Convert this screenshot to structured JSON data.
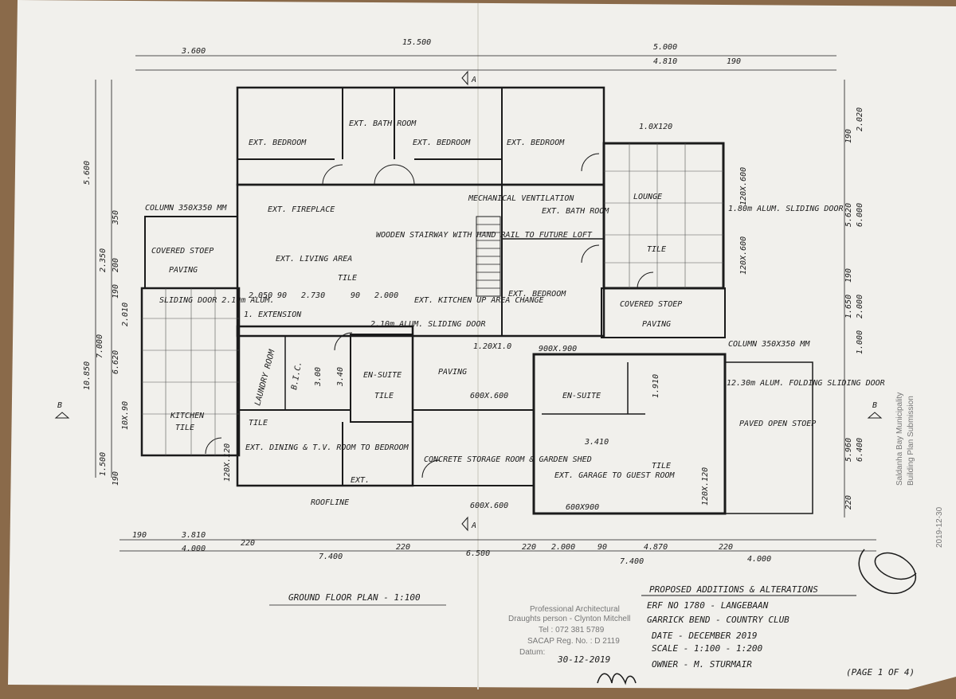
{
  "plan": {
    "title": "GROUND FLOOR PLAN - 1:100",
    "overall_dims": {
      "top": [
        "3.600",
        "15.500",
        "5.000",
        "4.810",
        "190"
      ],
      "bottom": [
        "190",
        "3.810",
        "4.000",
        "220",
        "7.400",
        "220",
        "6.500",
        "220",
        "2.000",
        "90",
        "4.870",
        "220",
        "4.000",
        "7.400"
      ],
      "left": [
        "5.600",
        "350",
        "2.350",
        "200",
        "190",
        "10.850",
        "7.000",
        "6.620",
        "2.010",
        "10X.90",
        "1.500",
        "190"
      ],
      "right": [
        "2.020",
        "190",
        "5.620",
        "6.000",
        "190",
        "1.650",
        "2.000",
        "1.000",
        "5.960",
        "6.400",
        "220",
        "120X.600",
        "120X.600"
      ],
      "internal": [
        "2.050",
        "90",
        "2.730",
        "90",
        "2.000",
        "1.20X1.0",
        "900X.900",
        "600X.600",
        "600X.600",
        "600X900",
        "3.410",
        "1.910",
        "1.0X120",
        "120X.120",
        "120X.120",
        "2.10m ALUM. SLIDING DOOR",
        "3.00",
        "3.40"
      ]
    },
    "rooms": [
      {
        "label": "EXT. BEDROOM"
      },
      {
        "label": "EXT. BATH ROOM"
      },
      {
        "label": "EXT. BEDROOM"
      },
      {
        "label": "EXT. BEDROOM"
      },
      {
        "label": "LOUNGE"
      },
      {
        "label": "1.80m ALUM. SLIDING DOOR"
      },
      {
        "label": "EXT. FIREPLACE"
      },
      {
        "label": "MECHANICAL VENTILATION"
      },
      {
        "label": "EXT. BATH ROOM"
      },
      {
        "label": "COLUMN 350X350 MM"
      },
      {
        "label": "COVERED STOEP"
      },
      {
        "label": "PAVING"
      },
      {
        "label": "EXT. LIVING AREA"
      },
      {
        "label": "TILE"
      },
      {
        "label": "WOODEN STAIRWAY WITH HAND RAIL TO FUTURE LOFT"
      },
      {
        "label": "EXT. KITCHEN UP AREA CHANGE"
      },
      {
        "label": "EXT. BEDROOM"
      },
      {
        "label": "COVERED STOEP"
      },
      {
        "label": "PAVING"
      },
      {
        "label": "COLUMN 350X350 MM"
      },
      {
        "label": "SLIDING DOOR 2.10m ALUM."
      },
      {
        "label": "1. EXTENSION"
      },
      {
        "label": "LAUNDRY ROOM"
      },
      {
        "label": "B.I.C."
      },
      {
        "label": "EN-SUITE"
      },
      {
        "label": "TILE"
      },
      {
        "label": "PAVING"
      },
      {
        "label": "EN-SUITE"
      },
      {
        "label": "12.30m ALUM. FOLDING SLIDING DOOR"
      },
      {
        "label": "PAVED OPEN STOEP"
      },
      {
        "label": "KITCHEN"
      },
      {
        "label": "TILE"
      },
      {
        "label": "EXT. DINING & T.V. ROOM TO BEDROOM"
      },
      {
        "label": "EXT."
      },
      {
        "label": "CONCRETE STORAGE ROOM & GARDEN SHED"
      },
      {
        "label": "EXT. GARAGE TO GUEST ROOM"
      },
      {
        "label": "TILE"
      },
      {
        "label": "ROOFLINE"
      },
      {
        "label": "TILE"
      },
      {
        "label": "TILE"
      }
    ],
    "section_markers": [
      {
        "label": "A"
      },
      {
        "label": "A"
      },
      {
        "label": "B"
      },
      {
        "label": "B"
      }
    ]
  },
  "title_block": {
    "line1": "PROPOSED ADDITIONS & ALTERATIONS",
    "line2": "ERF NO 1780 - LANGEBAAN",
    "line3": "GARRICK BEND - COUNTRY CLUB",
    "date": "DATE - DECEMBER 2019",
    "scale": "SCALE - 1:100 - 1:200",
    "owner": "OWNER - M. STURMAIR",
    "page": "(PAGE 1 OF 4)"
  },
  "stamp": {
    "line1": "Professional Architectural",
    "line2": "Draughts person - Clynton Mitchell",
    "line3": "Tel : 072 381 5789",
    "line4": "SACAP Reg. No. : D 2119",
    "datum_label": "Datum:",
    "datum_value": "30-12-2019"
  },
  "municipal_stamp": {
    "line1": "Saldanha Bay Municipality",
    "line2": "Building Plan Submission",
    "date": "2019-12-30"
  },
  "colors": {
    "paper": "#f1f0ec",
    "ink": "#1b1b1b",
    "background": "#8a6a4a"
  }
}
